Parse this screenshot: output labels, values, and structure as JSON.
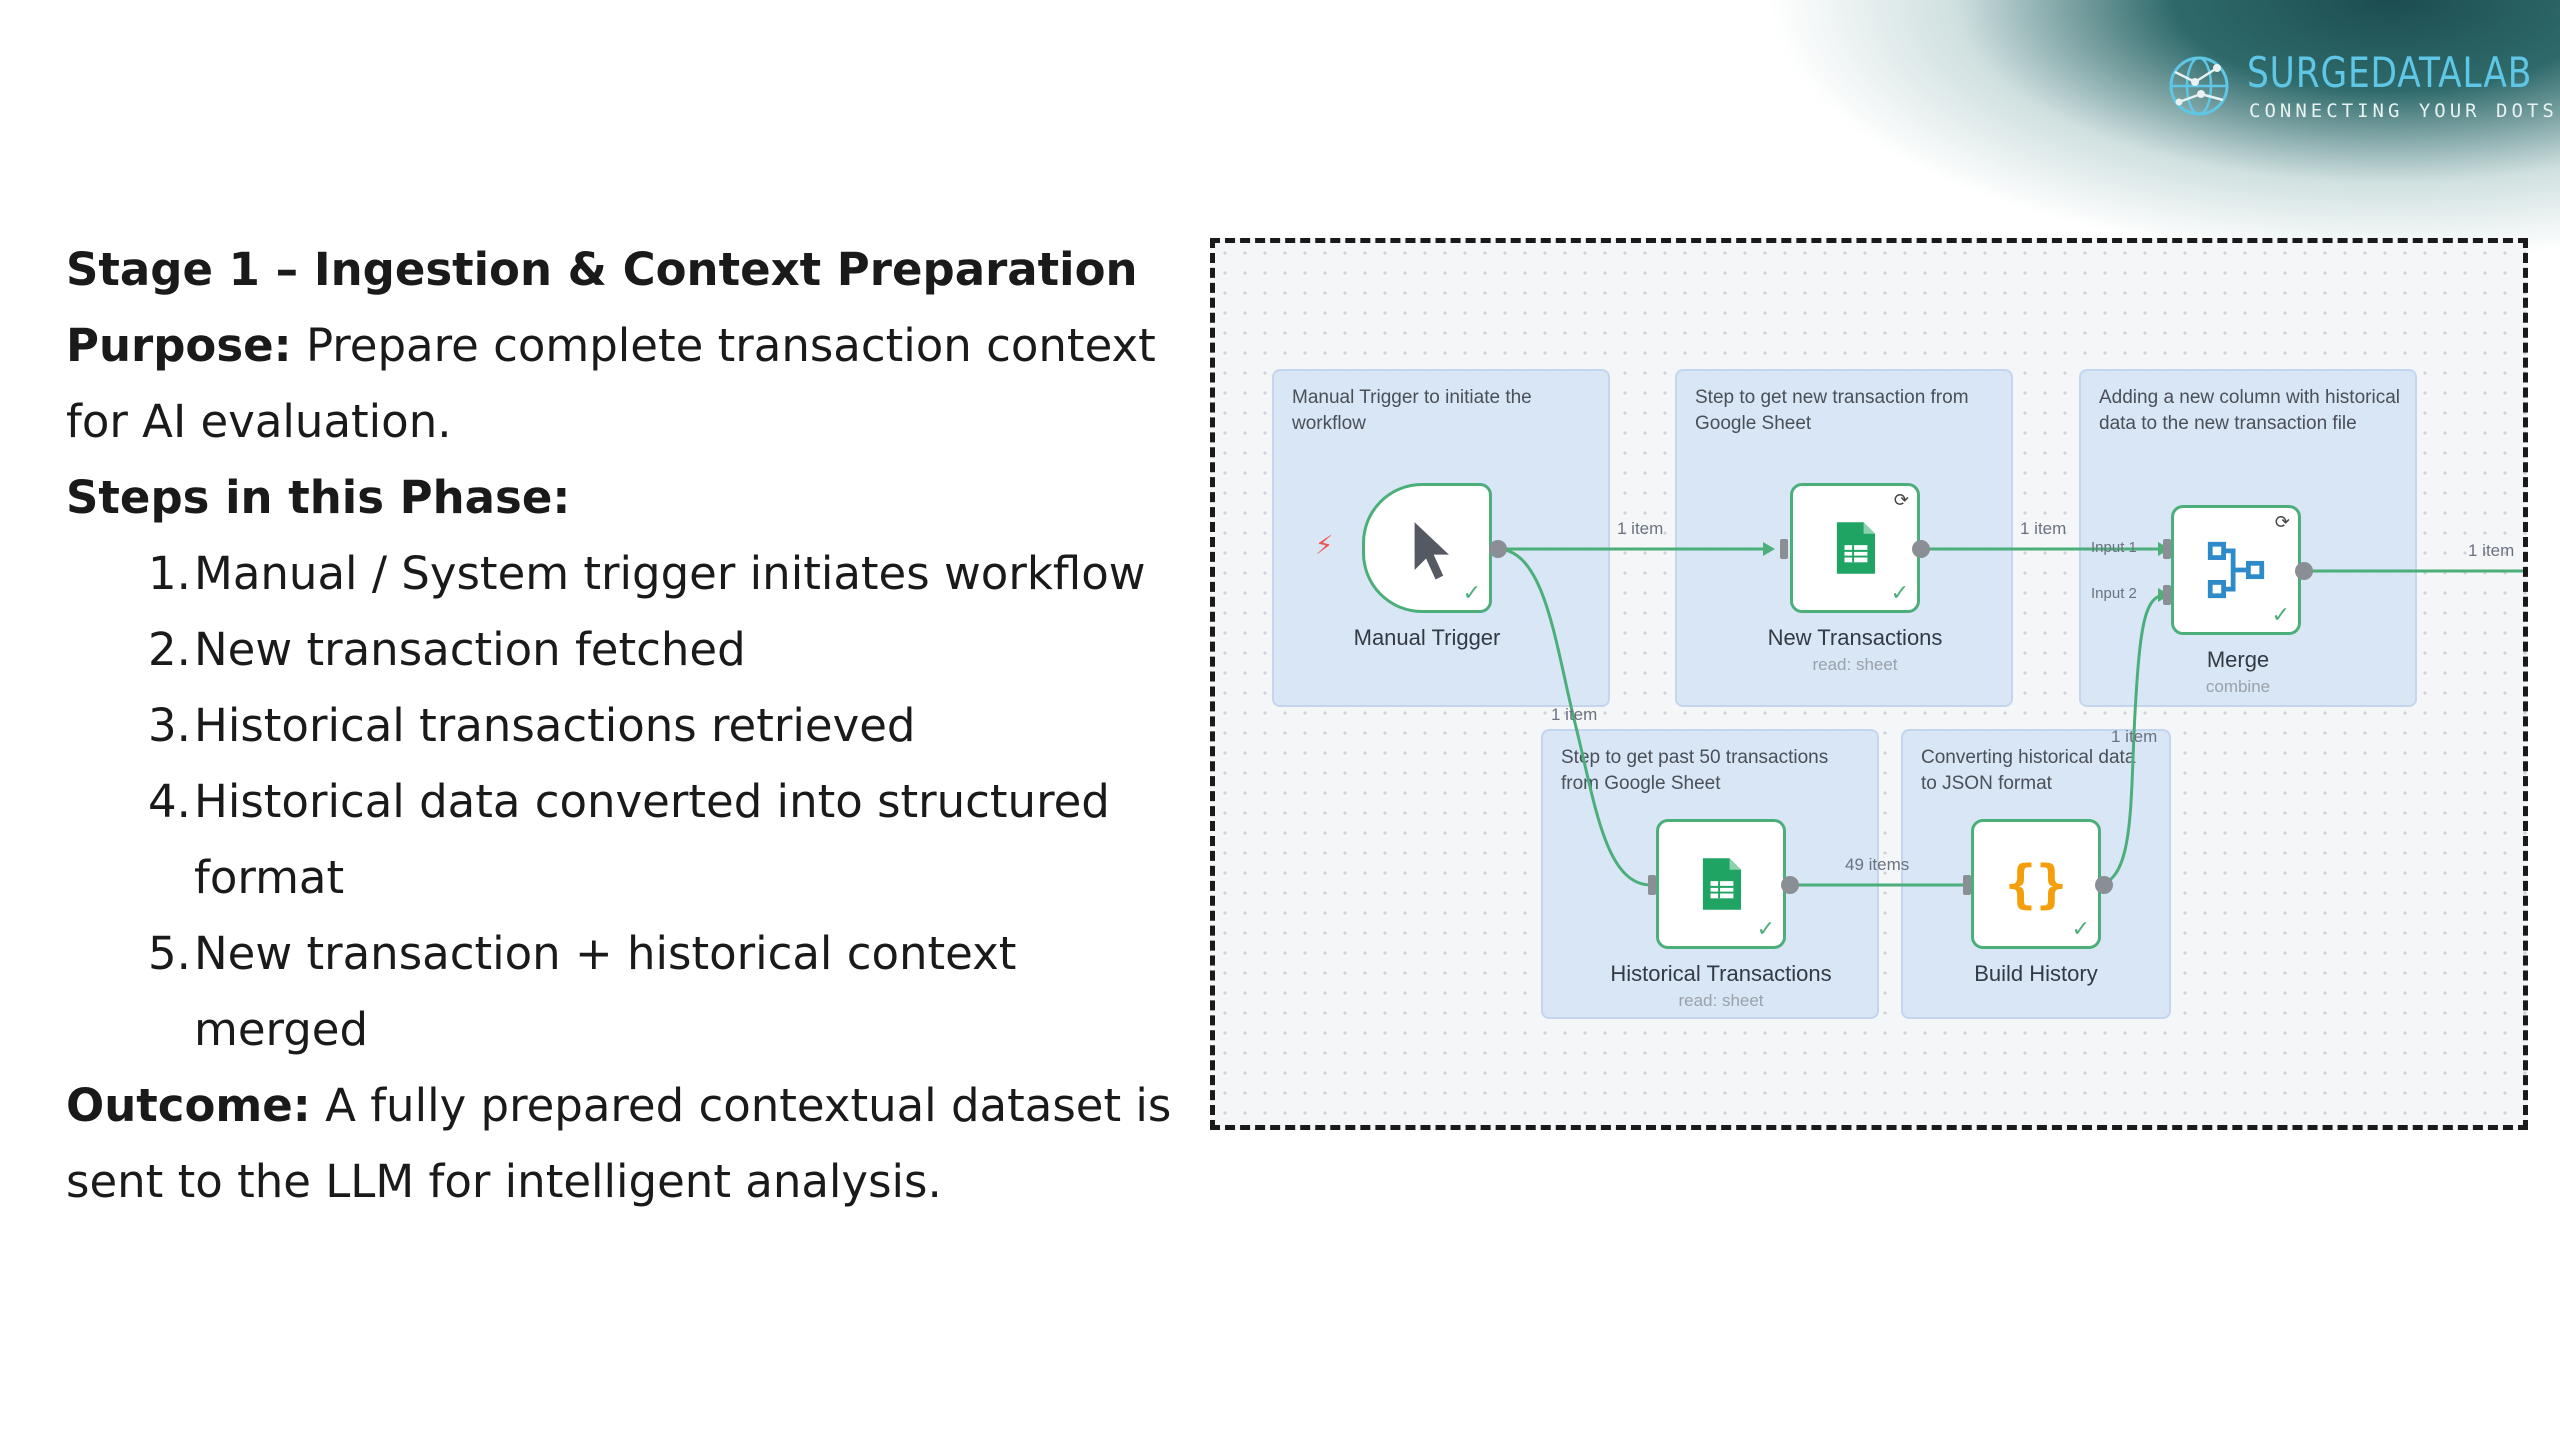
{
  "brand": {
    "name": "SURGEDATALAB",
    "tagline": "CONNECTING YOUR DOTS"
  },
  "content": {
    "title": "Stage 1 – Ingestion & Context Preparation",
    "purpose_label": "Purpose:",
    "purpose_text": " Prepare complete transaction context for AI evaluation.",
    "steps_label": "Steps in this Phase:",
    "steps": [
      {
        "num": "1.",
        "text": "Manual / System trigger initiates workflow"
      },
      {
        "num": "2.",
        "text": "New transaction fetched"
      },
      {
        "num": "3.",
        "text": "Historical transactions retrieved"
      },
      {
        "num": "4.",
        "text": "Historical data converted into structured format"
      },
      {
        "num": "5.",
        "text": "New transaction + historical context merged"
      }
    ],
    "outcome_label": "Outcome:",
    "outcome_text": " A fully prepared contextual dataset is sent to the LLM for intelligent analysis."
  },
  "workflow": {
    "notes": {
      "trigger": "Manual Trigger to initiate the workflow",
      "new_tx": "Step to get new transaction from Google Sheet",
      "merge": "Adding a new column with historical data to the new transaction file",
      "hist_tx": "Step to get past 50 transactions from Google Sheet",
      "build": "Converting historical data to JSON format"
    },
    "nodes": {
      "trigger": {
        "label": "Manual Trigger"
      },
      "new_tx": {
        "label": "New Transactions",
        "sub": "read: sheet"
      },
      "merge": {
        "label": "Merge",
        "sub": "combine"
      },
      "hist_tx": {
        "label": "Historical Transactions",
        "sub": "read: sheet"
      },
      "build": {
        "label": "Build History"
      }
    },
    "edges": {
      "trigger_new": "1 item",
      "new_merge": "1 item",
      "merge_out": "1 item",
      "trigger_hist": "1 item",
      "hist_build": "49 items",
      "build_merge": "1 item"
    },
    "merge_inputs": {
      "input1": "Input 1",
      "input2": "Input 2"
    },
    "colors": {
      "connector": "#4caf7a",
      "sheets": "#1fa463",
      "json": "#f59e0b",
      "trigger_bolt": "#ef5350"
    }
  }
}
